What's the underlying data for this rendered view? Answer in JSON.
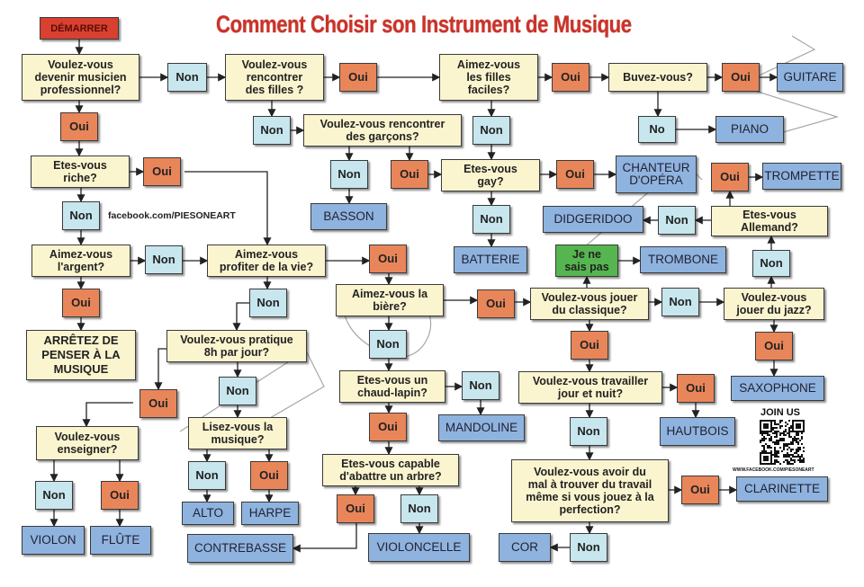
{
  "title": "Comment Choisir son Instrument de Musique",
  "facebook_text": "facebook.com/PIESONEART",
  "join_us": "JOIN US",
  "qr_url": "WWW.FACEBOOK.COM/PIESONEART",
  "colors": {
    "question": "#fbf5cf",
    "oui": "#e8865a",
    "non": "#c7e6ee",
    "instrument": "#8fb3df",
    "green": "#55b54f",
    "start": "#d9402f",
    "title": "#c8342b"
  },
  "nodes": {
    "start": "DÉMARRER",
    "q1": "Voulez-vous\ndevenir musicien\nprofessionnel?",
    "n1": "Non",
    "q2": "Voulez-vous\nrencontrer\ndes filles ?",
    "o2": "Oui",
    "q3": "Aimez-vous\nles filles\nfaciles?",
    "o3": "Oui",
    "q4": "Buvez-vous?",
    "o4": "Oui",
    "guitare": "GUITARE",
    "no4": "No",
    "piano": "PIANO",
    "n2": "Non",
    "q5": "Voulez-vous rencontrer\ndes garçons?",
    "n5": "Non",
    "o5": "Oui",
    "basson": "BASSON",
    "n3": "Non",
    "q6": "Etes-vous\ngay?",
    "o6": "Oui",
    "chanteur": "CHANTEUR\nD'OPÉRA",
    "n6": "Non",
    "batterie": "BATTERIE",
    "didg": "DIDGERIDOO",
    "n7": "Non",
    "q7": "Etes-vous\nAllemand?",
    "o7": "Oui",
    "trompette": "TROMPETTE",
    "n8": "Non",
    "jenesais": "Je ne\nsais pas",
    "trombone": "TROMBONE",
    "oui1": "Oui",
    "q8": "Etes-vous\nriche?",
    "o8": "Oui",
    "nonrich": "Non",
    "q9": "Aimez-vous\nl'argent?",
    "n9": "Non",
    "q10": "Aimez-vous\nprofiter de la vie?",
    "o10": "Oui",
    "o9": "Oui",
    "stop": "ARRÊTEZ DE\nPENSER À LA\nMUSIQUE",
    "n10": "Non",
    "q11": "Aimez-vous la\nbière?",
    "o11": "Oui",
    "q12": "Voulez-vous jouer\ndu classique?",
    "n12": "Non",
    "q13": "Voulez-vous\njouer du jazz?",
    "o13": "Oui",
    "sax": "SAXOPHONE",
    "o12": "Oui",
    "q14": "Voulez-vous travailler\njour et nuit?",
    "o14": "Oui",
    "hautbois": "HAUTBOIS",
    "n14": "Non",
    "q15": "Voulez-vous avoir du\nmal à trouver du travail\nmême si vous jouez à la\nperfection?",
    "o15": "Oui",
    "clarinette": "CLARINETTE",
    "n15": "Non",
    "cor": "COR",
    "q16": "Voulez-vous pratique\n8h par jour?",
    "oui16": "Oui",
    "n16": "Non",
    "q17": "Lisez-vous la\nmusique?",
    "n17": "Non",
    "o17": "Oui",
    "alto": "ALTO",
    "harpe": "HARPE",
    "q18": "Voulez-vous\nenseigner?",
    "n18": "Non",
    "o18": "Oui",
    "violon": "VIOLON",
    "flute": "FLÛTE",
    "n19": "Non",
    "q19": "Etes-vous un\nchaud-lapin?",
    "n20": "Non",
    "mandoline": "MANDOLINE",
    "o19": "Oui",
    "q20": "Etes-vous capable\nd'abattre un arbre?",
    "o20": "Oui",
    "n21": "Non",
    "contrebasse": "CONTREBASSE",
    "violoncelle": "VIOLONCELLE"
  }
}
